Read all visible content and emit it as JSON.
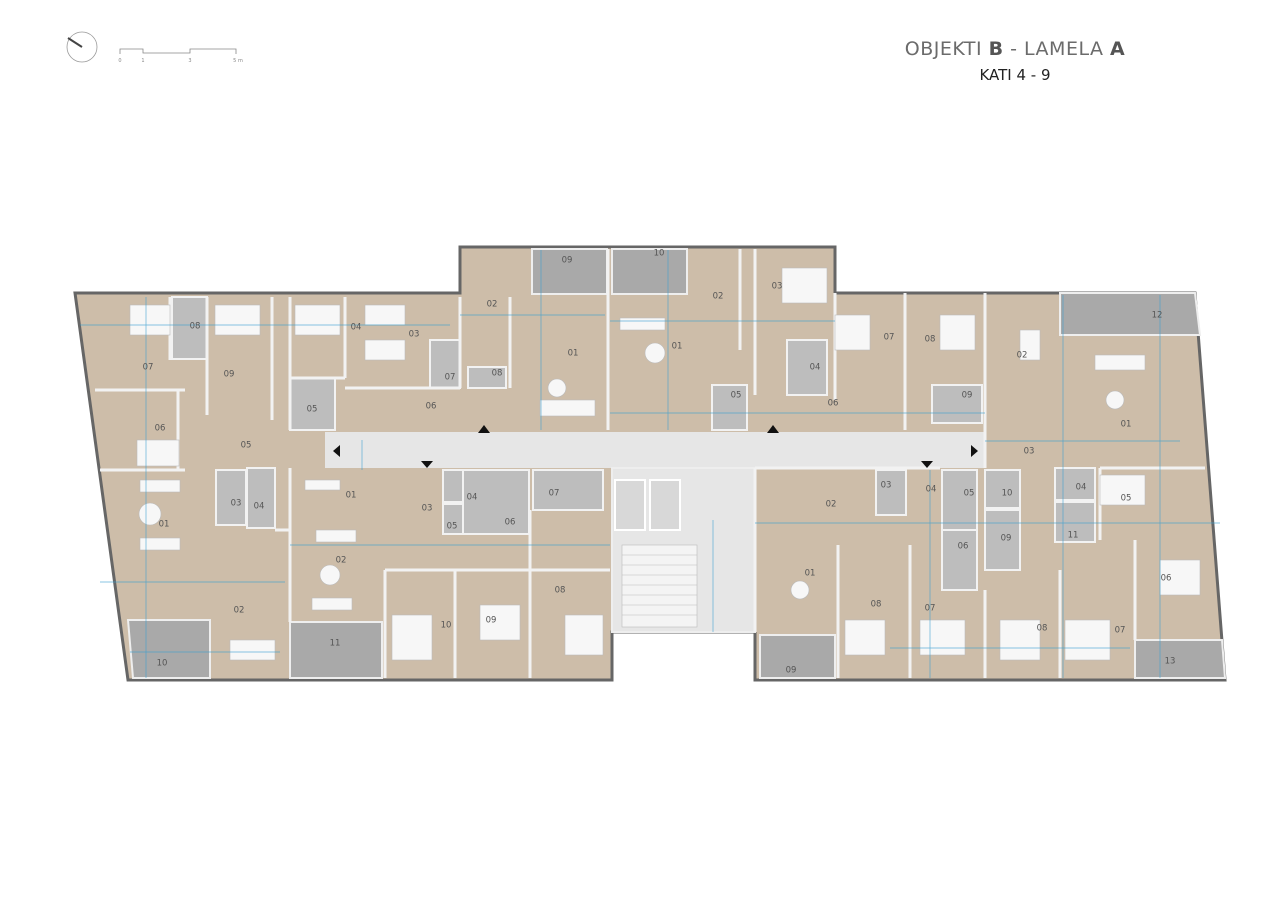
{
  "header": {
    "title_part1": "OBJEKTI ",
    "title_bold1": "B",
    "title_part2": " - LAMELA ",
    "title_bold2": "A",
    "subtitle": "KATI 4 - 9"
  },
  "scale_bar": {
    "ticks": [
      "0",
      "1",
      "3",
      "5 m"
    ]
  },
  "north_arrow": {
    "icon": "north-arrow-icon"
  },
  "colors": {
    "floor": "#cdbda9",
    "wet": "#bdbdbd",
    "balcony": "#a9a9a9",
    "corridor": "#e6e6e6",
    "walls": "#f2f2f2",
    "dimension": "#3a9fd0"
  },
  "rooms": [
    "07",
    "08",
    "09",
    "04",
    "03",
    "07",
    "08",
    "02",
    "01",
    "05",
    "06",
    "06",
    "05",
    "09",
    "10",
    "02",
    "03",
    "01",
    "05",
    "04",
    "06",
    "07",
    "08",
    "09",
    "02",
    "01",
    "12",
    "03",
    "01",
    "03",
    "04",
    "02",
    "10",
    "01",
    "02",
    "03",
    "04",
    "05",
    "06",
    "07",
    "08",
    "10",
    "09",
    "11",
    "02",
    "03",
    "04",
    "05",
    "10",
    "06",
    "09",
    "04",
    "05",
    "11",
    "01",
    "08",
    "07",
    "08",
    "07",
    "06",
    "09",
    "13"
  ]
}
